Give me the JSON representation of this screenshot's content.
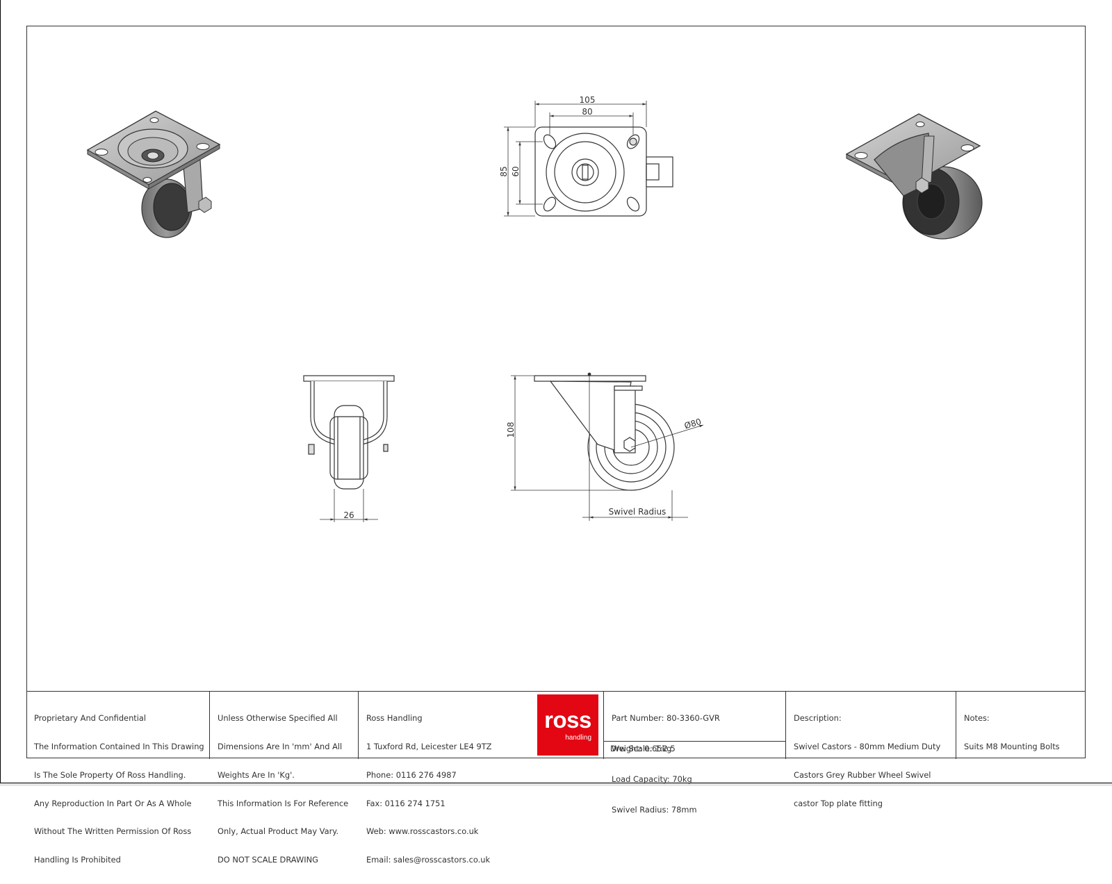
{
  "dimensions": {
    "plate_width": "105",
    "hole_spacing_x": "80",
    "plate_depth": "85",
    "hole_spacing_y": "60",
    "overall_height": "108",
    "wheel_width": "26",
    "wheel_diameter": "Ø80",
    "swivel_radius_label": "Swivel Radius"
  },
  "title_block": {
    "confidential": {
      "lines": [
        "Proprietary And Confidential",
        "The Information Contained In This Drawing",
        "Is The Sole Property Of Ross Handling.",
        "Any Reproduction In Part Or As A Whole",
        "Without The Written Permission Of Ross",
        "Handling Is Prohibited"
      ]
    },
    "units": {
      "lines": [
        "Unless Otherwise Specified All",
        "Dimensions Are In 'mm' And All",
        "Weights Are In 'Kg'.",
        "This Information Is For Reference",
        "Only, Actual Product May Vary.",
        "DO NOT SCALE DRAWING"
      ]
    },
    "company": {
      "lines": [
        "Ross Handling",
        "1 Tuxford Rd, Leicester LE4 9TZ",
        "Phone: 0116 276 4987",
        "Fax: 0116 274 1751",
        "Web: www.rosscastors.co.uk",
        "Email: sales@rosscastors.co.uk"
      ]
    },
    "logo": {
      "wordmark": "ross",
      "subtext": "handling",
      "color": "#e30613"
    },
    "part": {
      "lines": [
        "Part Number: 80-3360-GVR",
        "Weight: 0.65kg",
        "Load Capacity: 70kg",
        "Swivel Radius: 78mm"
      ],
      "scale": "Drw Scale: 1:2.5"
    },
    "description": {
      "lines": [
        "Description:",
        "Swivel Castors - 80mm Medium Duty",
        "Castors Grey Rubber Wheel Swivel",
        "castor Top plate fitting"
      ]
    },
    "notes": {
      "lines": [
        "Notes:",
        "Suits M8 Mounting Bolts"
      ]
    }
  }
}
